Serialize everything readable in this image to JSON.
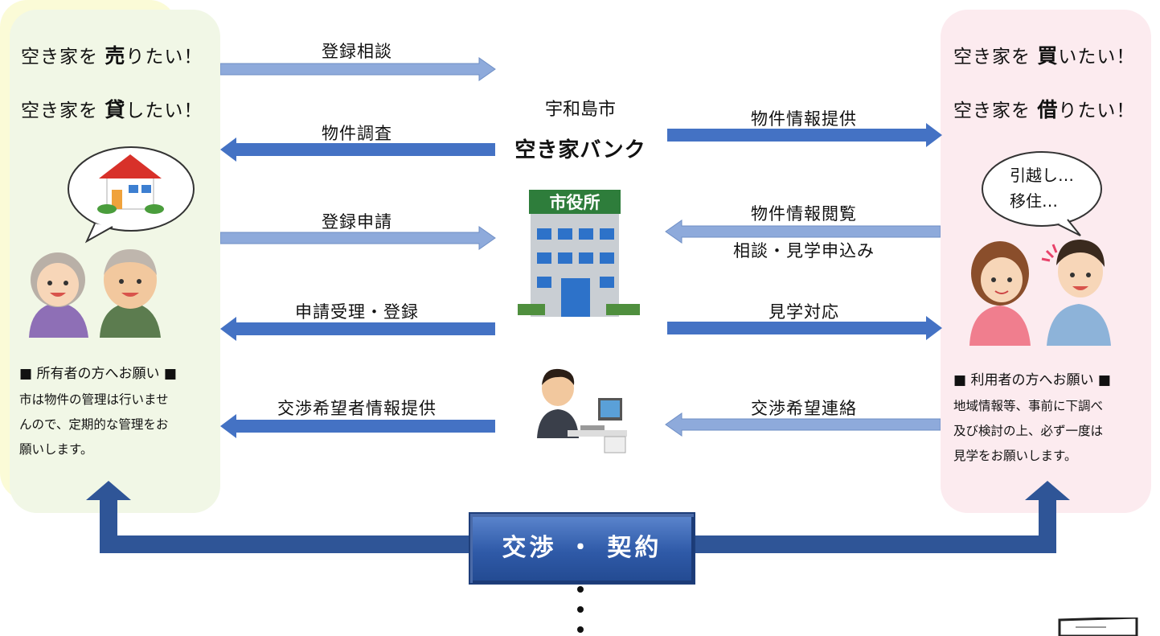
{
  "owner_panel": {
    "line_sell_prefix": "空き家を",
    "line_sell_key": "売",
    "line_sell_suffix": "りたい！",
    "line_lend_prefix": "空き家を",
    "line_lend_key": "貸",
    "line_lend_suffix": "したい！",
    "notice_title": "■ 所有者の方へお願い ■",
    "notice_body_1": "市は物件の管理は行いませ",
    "notice_body_2": "んので、定期的な管理をお",
    "notice_body_3": "願いします。"
  },
  "bank_panel": {
    "city": "宇和島市",
    "name": "空き家バンク",
    "building_sign": "市役所"
  },
  "user_panel": {
    "line_buy_prefix": "空き家を",
    "line_buy_key": "買",
    "line_buy_suffix": "いたい！",
    "line_rent_prefix": "空き家を",
    "line_rent_key": "借",
    "line_rent_suffix": "りたい！",
    "bubble_line_1": "引越し…",
    "bubble_line_2": "移住…",
    "notice_title": "■ 利用者の方へお願い ■",
    "notice_body_1": "地域情報等、事前に下調べ",
    "notice_body_2": "及び検討の上、必ず一度は",
    "notice_body_3": "見学をお願いします。"
  },
  "left_flows": [
    {
      "label": "登録相談",
      "direction": "right",
      "style": "light"
    },
    {
      "label": "物件調査",
      "direction": "left",
      "style": "dark"
    },
    {
      "label": "登録申請",
      "direction": "right",
      "style": "light"
    },
    {
      "label": "申請受理・登録",
      "direction": "left",
      "style": "dark"
    },
    {
      "label": "交渉希望者情報提供",
      "direction": "left",
      "style": "dark"
    }
  ],
  "right_flows": [
    {
      "label": "物件情報提供",
      "direction": "right",
      "style": "dark"
    },
    {
      "label": "物件情報閲覧",
      "direction": "left",
      "style": "light"
    },
    {
      "label": "相談・見学申込み",
      "direction": "left",
      "style": "light"
    },
    {
      "label": "見学対応",
      "direction": "right",
      "style": "dark"
    },
    {
      "label": "交渉希望連絡",
      "direction": "left",
      "style": "light"
    }
  ],
  "negotiation": {
    "label": "交渉 ・ 契約"
  },
  "colors": {
    "dark_arrow": "#4472c4",
    "light_arrow": "#8eaadb",
    "owner_bg": "#f1f7e6",
    "bank_bg": "#fbfbd7",
    "user_bg": "#fcebef"
  },
  "icons": [
    "house-icon",
    "elderly-couple-icon",
    "city-hall-icon",
    "clerk-at-computer-icon",
    "young-couple-icon",
    "document-icon"
  ]
}
